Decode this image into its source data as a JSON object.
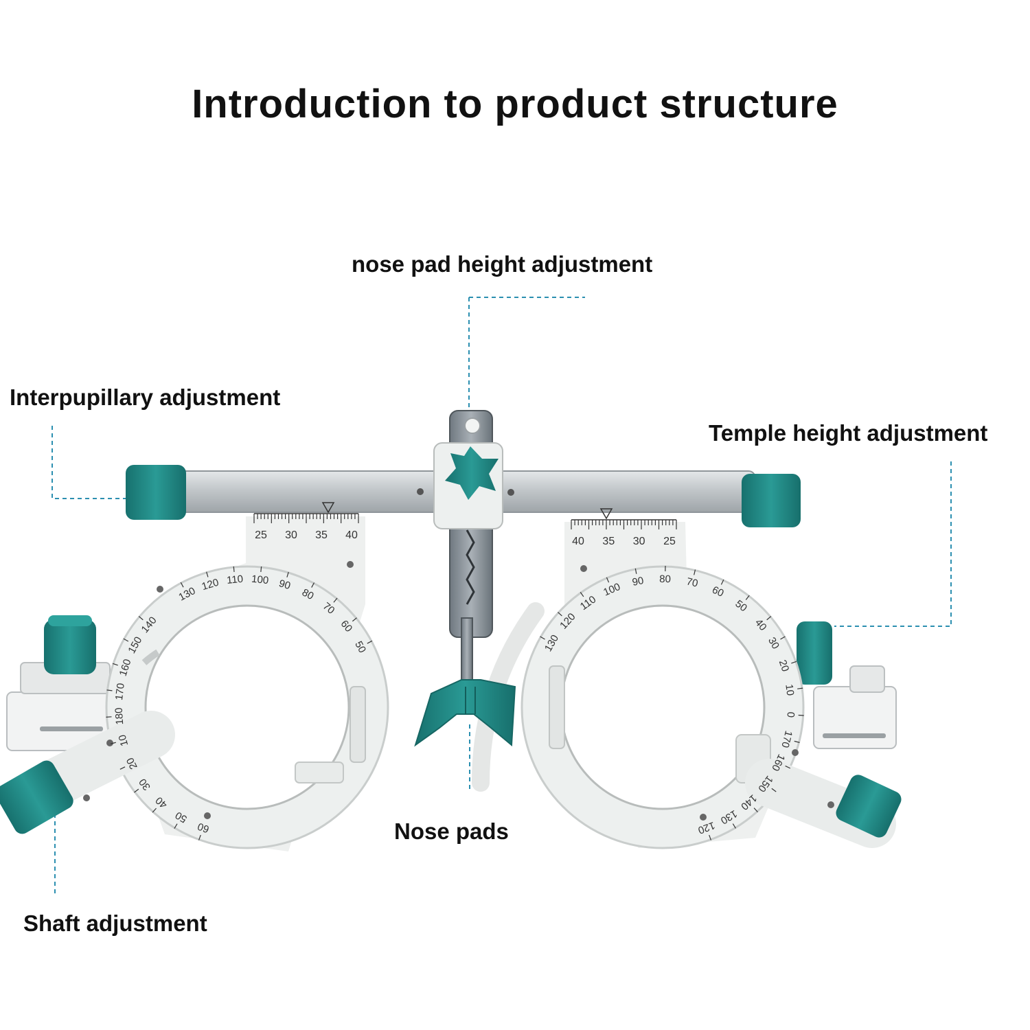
{
  "title": "Introduction to product structure",
  "labels": {
    "nose_pad_height": "nose pad height adjustment",
    "interpupillary": "Interpupillary adjustment",
    "temple_height": "Temple height adjustment",
    "nose_pads": "Nose pads",
    "shaft": "Shaft adjustment"
  },
  "scales": {
    "left_pd": [
      "25",
      "30",
      "35",
      "40"
    ],
    "right_pd": [
      "40",
      "35",
      "30",
      "25"
    ],
    "axis_top_left": [
      "130",
      "120",
      "110",
      "100",
      "90",
      "80",
      "70",
      "60",
      "50"
    ],
    "axis_side_left": [
      "140",
      "150",
      "160",
      "170",
      "180",
      "10",
      "20",
      "30",
      "40",
      "50",
      "60"
    ],
    "axis_top_right": [
      "130",
      "120",
      "110",
      "100",
      "90",
      "80",
      "70",
      "60",
      "50",
      "40"
    ],
    "axis_side_right": [
      "30",
      "20",
      "10",
      "0",
      "170",
      "160",
      "150",
      "140",
      "130",
      "120"
    ]
  },
  "colors": {
    "teal": "#1f8a86",
    "frame": "#e9ebea",
    "bar": "#c4c8cb",
    "callout_line": "#2b8fb0"
  }
}
